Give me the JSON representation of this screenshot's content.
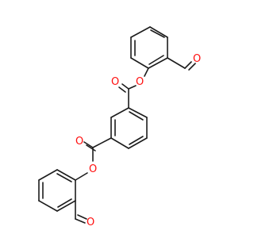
{
  "molecule": {
    "atom_labels": [
      "O",
      "O",
      "O",
      "O",
      "O",
      "O"
    ],
    "colors": {
      "bond": "#1c1c1c",
      "oxygen": "#ff0d0d",
      "background": "#ffffff"
    }
  }
}
